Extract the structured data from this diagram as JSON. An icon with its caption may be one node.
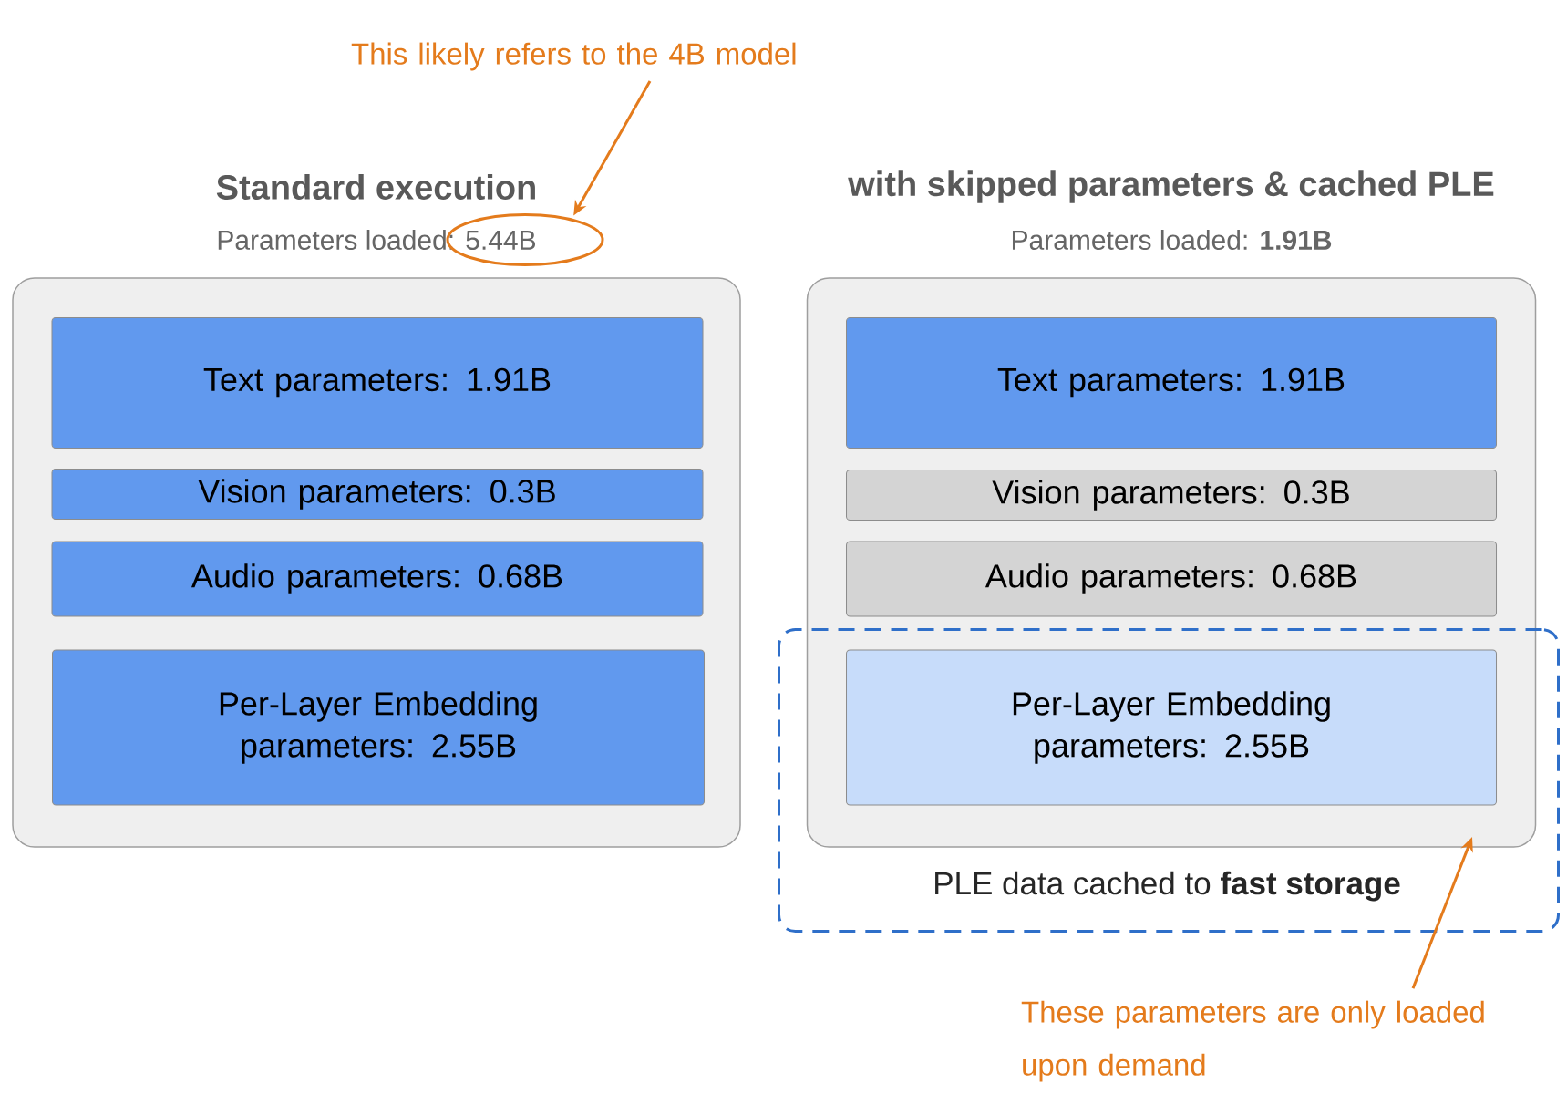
{
  "diagram": {
    "nodes": [
      {
        "text": [
          "Standard execution",
          "Parameters loaded: 5.44B"
        ]
      },
      {
        "text": [
          "Text parameters: 1.91B"
        ],
        "in": 0
      },
      {
        "text": [
          "Vision parameters: 0.3B"
        ],
        "in": 0
      },
      {
        "text": [
          "Audio parameters: 0.68B"
        ],
        "in": 0
      },
      {
        "text": [
          "Per-Layer Embedding parameters: 2.55B"
        ],
        "in": 0
      },
      {
        "text": [
          "with skipped parameters & cached PLE",
          "Parameters loaded: **1.91B**"
        ]
      },
      {
        "text": [
          "Text parameters: 1.91B"
        ],
        "in": 5
      },
      {
        "text": [
          "Vision parameters: 0.3B"
        ],
        "in": 5
      },
      {
        "text": [
          "Audio parameters: 0.68B"
        ],
        "in": 5
      },
      {
        "text": [
          "Per-Layer Embedding parameters: 2.55B"
        ]
      },
      {
        "text": [
          "PLE data cached to **fast storage**"
        ]
      },
      {
        "text": [
          "This likely refers to the 4B model"
        ]
      },
      {
        "text": [],
        "shape": "circle"
      },
      {
        "text": [
          "These parameters are only loaded upon demand"
        ]
      }
    ],
    "edges": [
      {
        "from": 11,
        "to": 12,
        "arrow": "to"
      },
      {
        "from": 13,
        "to": 10,
        "arrow": "to"
      }
    ]
  }
}
